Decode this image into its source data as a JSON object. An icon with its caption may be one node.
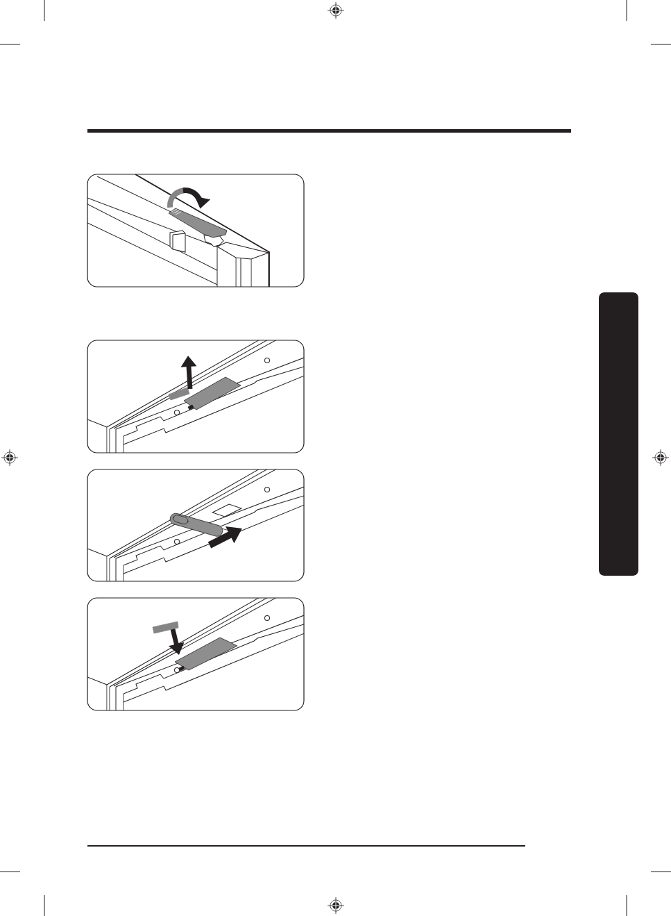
{
  "diagram": {
    "nodes": [
      {
        "text": [],
        "shape": "picture"
      },
      {
        "text": [],
        "shape": "picture"
      },
      {
        "text": [],
        "shape": "picture"
      },
      {
        "text": [],
        "shape": "picture"
      },
      {
        "text": [],
        "shape": "bar"
      }
    ]
  }
}
